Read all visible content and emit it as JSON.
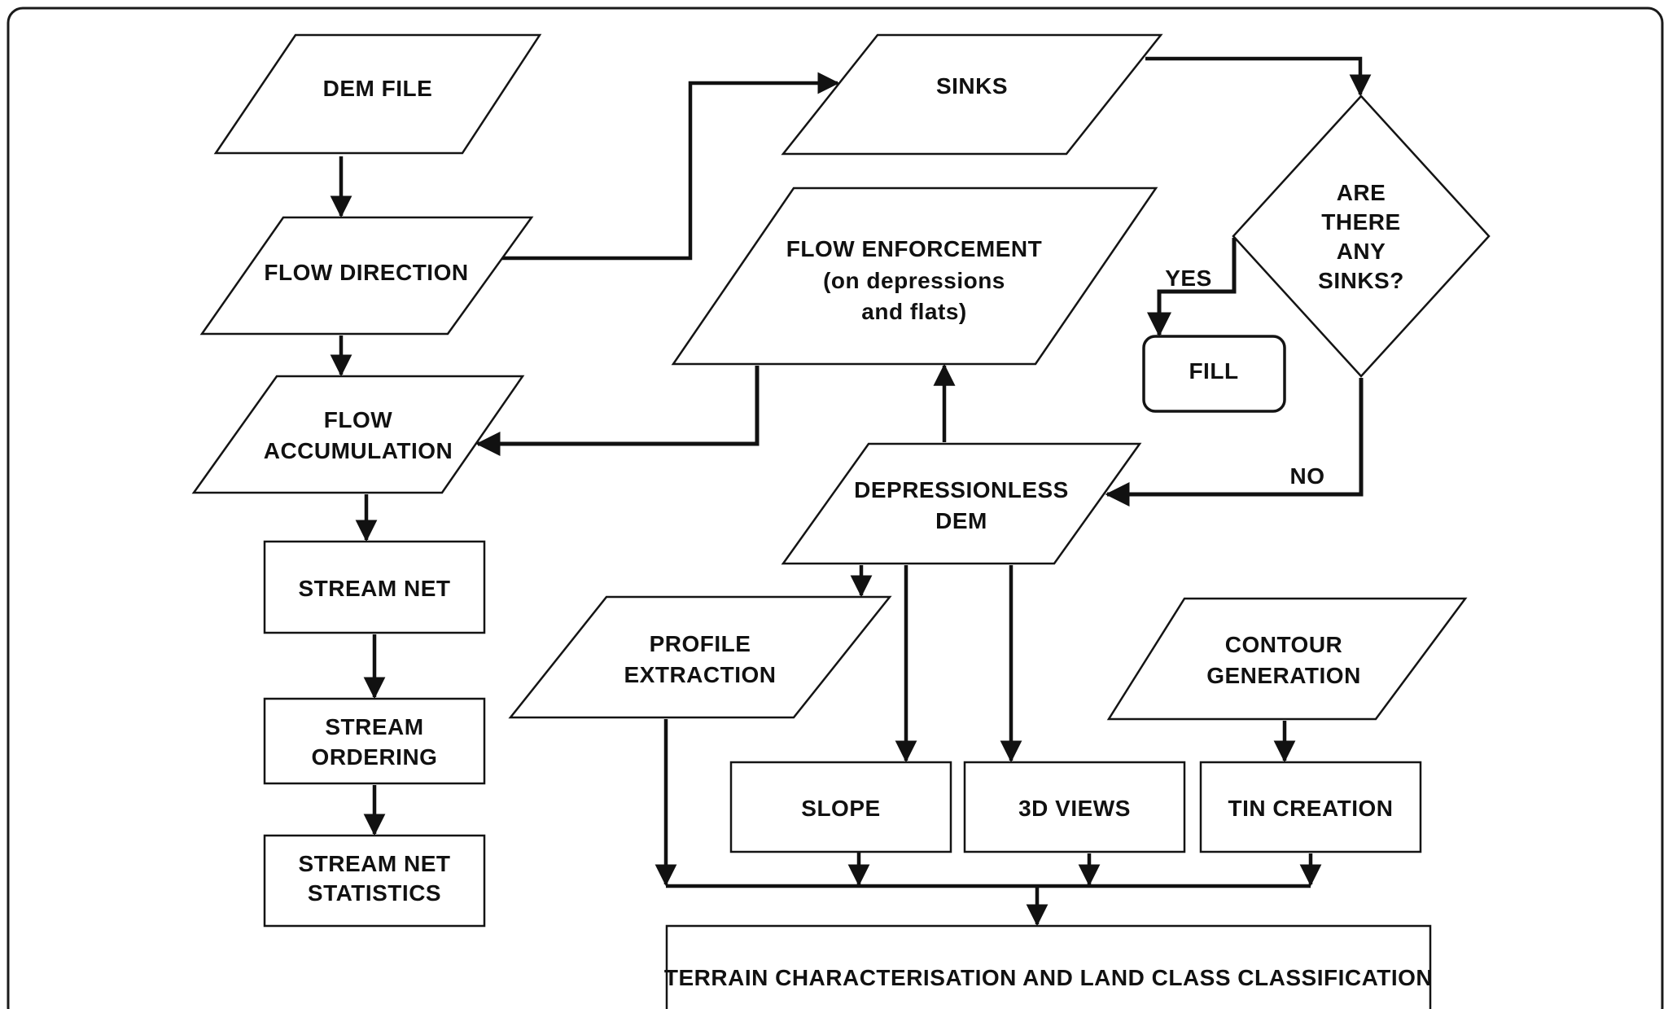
{
  "diagram": {
    "title": "DEM terrain processing flowchart",
    "colors": {
      "background": "#ffffff",
      "line": "#111111",
      "shape_fill": "#ffffff"
    },
    "nodes": {
      "dem_file": {
        "label": "DEM FILE",
        "shape": "parallelogram"
      },
      "flow_direction": {
        "label": "FLOW DIRECTION",
        "shape": "parallelogram"
      },
      "flow_accumulation": {
        "lines": [
          "FLOW",
          "ACCUMULATION"
        ],
        "shape": "parallelogram"
      },
      "stream_net": {
        "label": "STREAM NET",
        "shape": "rectangle"
      },
      "stream_ordering": {
        "lines": [
          "STREAM",
          "ORDERING"
        ],
        "shape": "rectangle"
      },
      "stream_net_statistics": {
        "lines": [
          "STREAM NET",
          "STATISTICS"
        ],
        "shape": "rectangle"
      },
      "sinks": {
        "label": "SINKS",
        "shape": "parallelogram"
      },
      "flow_enforcement": {
        "lines": [
          "FLOW ENFORCEMENT",
          "(on depressions",
          "and flats)"
        ],
        "shape": "parallelogram"
      },
      "sinks_decision": {
        "lines": [
          "ARE",
          "THERE",
          "ANY",
          "SINKS?"
        ],
        "shape": "diamond"
      },
      "fill": {
        "label": "FILL",
        "shape": "rounded-rectangle"
      },
      "depressionless_dem": {
        "lines": [
          "DEPRESSIONLESS",
          "DEM"
        ],
        "shape": "parallelogram"
      },
      "profile_extraction": {
        "lines": [
          "PROFILE",
          "EXTRACTION"
        ],
        "shape": "parallelogram"
      },
      "contour_generation": {
        "lines": [
          "CONTOUR",
          "GENERATION"
        ],
        "shape": "parallelogram"
      },
      "slope": {
        "label": "SLOPE",
        "shape": "rectangle"
      },
      "views_3d": {
        "label": "3D VIEWS",
        "shape": "rectangle"
      },
      "tin_creation": {
        "label": "TIN CREATION",
        "shape": "rectangle"
      },
      "terrain": {
        "label": "TERRAIN CHARACTERISATION AND LAND CLASS CLASSIFICATION",
        "shape": "rectangle"
      }
    },
    "edge_labels": {
      "yes": "YES",
      "no": "NO"
    }
  }
}
